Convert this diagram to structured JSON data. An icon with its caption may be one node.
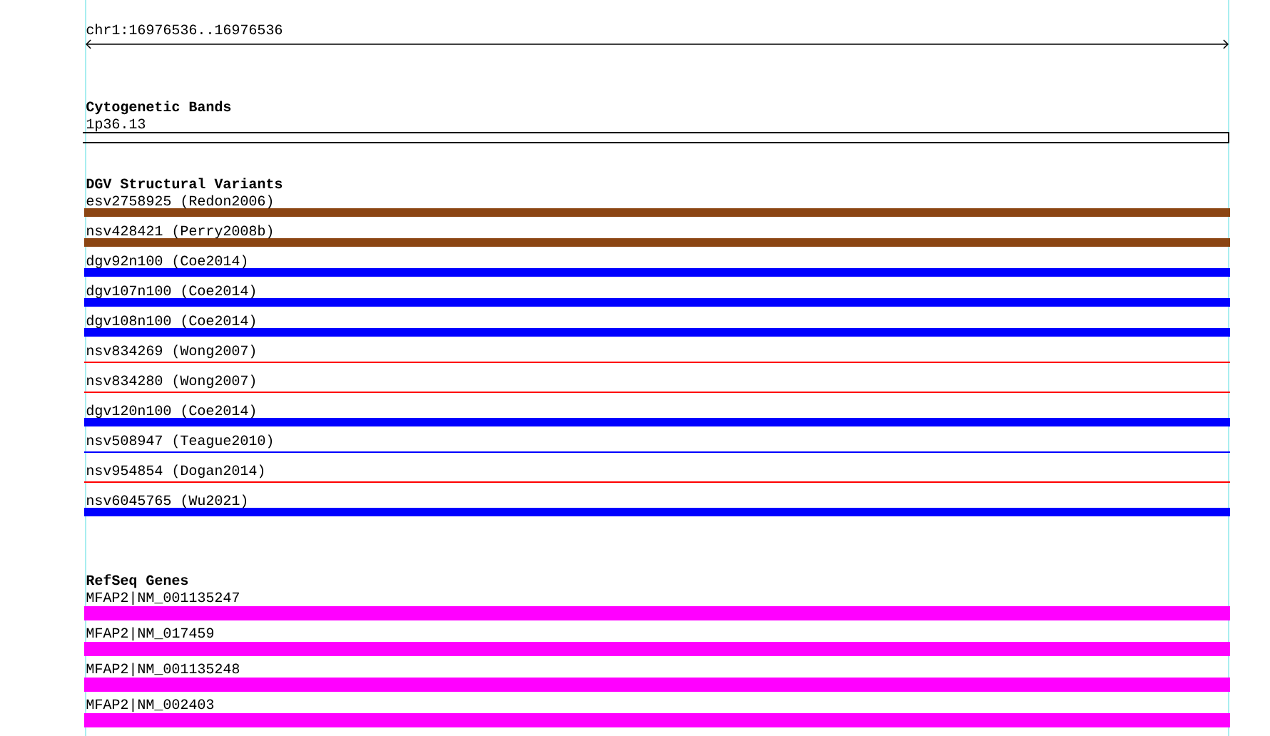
{
  "diagram": {
    "nodes": [
      {
        "text": [
          "Cytogenetic Bands"
        ]
      },
      {
        "text": [
          "1p36.13"
        ]
      },
      {
        "text": [
          "DGV Structural Variants"
        ]
      },
      {
        "text": [
          "esv2758925 (Redon2006)"
        ]
      },
      {
        "text": [
          "nsv428421 (Perry2008b)"
        ]
      },
      {
        "text": [
          "dgv92n100 (Coe2014)"
        ]
      },
      {
        "text": [
          "dgv107n100 (Coe2014)"
        ]
      },
      {
        "text": [
          "dgv108n100 (Coe2014)"
        ]
      },
      {
        "text": [
          "nsv834269 (Wong2007)"
        ]
      },
      {
        "text": [
          "nsv834280 (Wong2007)"
        ]
      },
      {
        "text": [
          "dgv120n100 (Coe2014)"
        ]
      },
      {
        "text": [
          "nsv508947 (Teague2010)"
        ]
      },
      {
        "text": [
          "nsv954854 (Dogan2014)"
        ]
      },
      {
        "text": [
          "nsv6045765 (Wu2021)"
        ]
      },
      {
        "text": [
          "RefSeq Genes"
        ]
      },
      {
        "text": [
          "MFAP2|NM_001135247"
        ]
      },
      {
        "text": [
          "MFAP2|NM_017459"
        ]
      },
      {
        "text": [
          "MFAP2|NM_001135248"
        ]
      },
      {
        "text": [
          "MFAP2|NM_002403"
        ]
      }
    ],
    "labels": [
      "chr1:16976536..16976536"
    ]
  }
}
